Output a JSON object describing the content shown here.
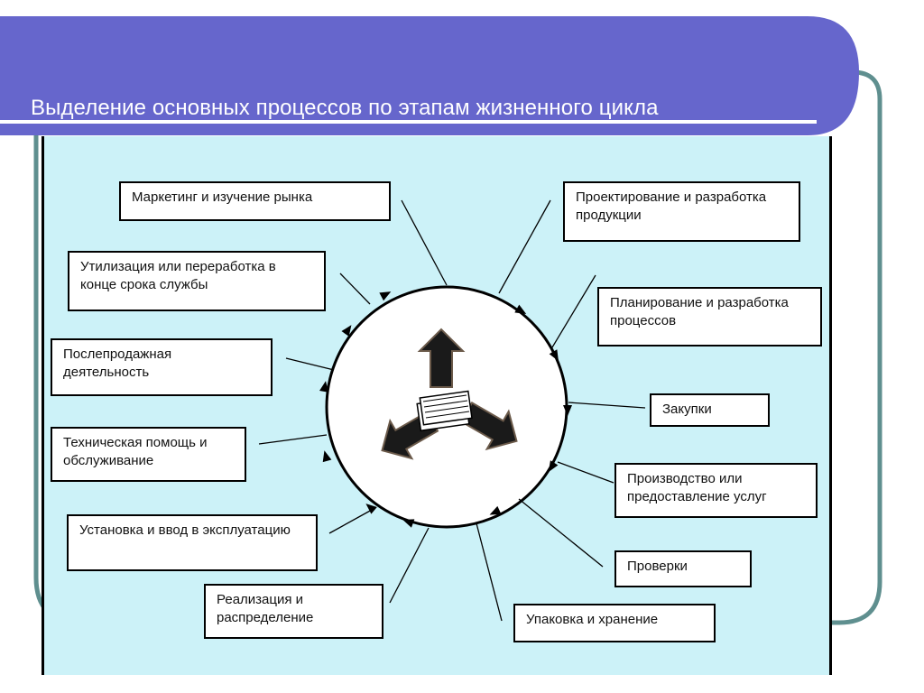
{
  "slide": {
    "title": "Выделение основных процессов по этапам жизненного цикла",
    "colors": {
      "header": "#6666cc",
      "panel": "#ccf2f8",
      "frame": "#5f8f8f"
    }
  },
  "diagram": {
    "center_icon": "recycle-icon",
    "stages": [
      {
        "id": "marketing",
        "label": "Маркетинг и изучение рынка"
      },
      {
        "id": "design",
        "label": "Проектирование и разработка продукции"
      },
      {
        "id": "process-planning",
        "label": "Планирование и разработка процессов"
      },
      {
        "id": "purchasing",
        "label": "Закупки"
      },
      {
        "id": "production",
        "label": "Производство или предоставление услуг"
      },
      {
        "id": "inspection",
        "label": "Проверки"
      },
      {
        "id": "packaging",
        "label": "Упаковка и хранение"
      },
      {
        "id": "distribution",
        "label": "Реализация и распределение"
      },
      {
        "id": "installation",
        "label": "Установка и ввод в эксплуатацию"
      },
      {
        "id": "support",
        "label": "Техническая помощь и обслуживание"
      },
      {
        "id": "after-sales",
        "label": "Послепродажная деятельность"
      },
      {
        "id": "disposal",
        "label": "Утилизация или переработка в конце срока службы"
      }
    ]
  }
}
